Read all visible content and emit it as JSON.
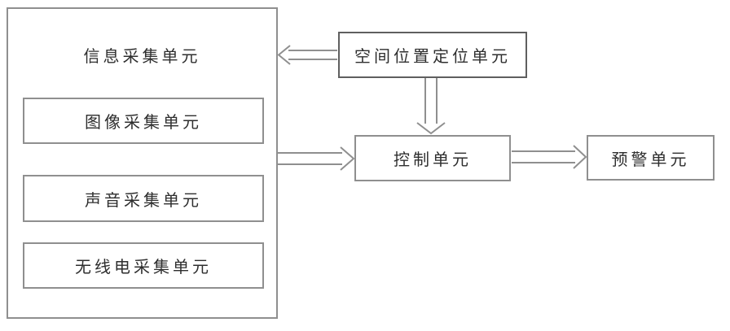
{
  "diagram": {
    "colors": {
      "line": "#8f8f8f",
      "line_dark": "#555555",
      "box_border": "#8f8f8f",
      "spatial_box_border": "#5f5f5f",
      "text": "#2e2e2e",
      "background": "#ffffff"
    },
    "nodes": {
      "info_collection": {
        "label": "信息采集单元"
      },
      "image_collection": {
        "label": "图像采集单元"
      },
      "sound_collection": {
        "label": "声音采集单元"
      },
      "radio_collection": {
        "label": "无线电采集单元"
      },
      "spatial_position": {
        "label": "空间位置定位单元"
      },
      "control": {
        "label": "控制单元"
      },
      "warning": {
        "label": "预警单元"
      }
    },
    "edges": [
      {
        "from": "spatial_position",
        "to": "info_collection",
        "direction": "left",
        "style": "hollow-open-arrow"
      },
      {
        "from": "spatial_position",
        "to": "control",
        "direction": "down",
        "style": "hollow-open-arrow"
      },
      {
        "from": "info_collection",
        "to": "control",
        "direction": "right",
        "style": "hollow-open-arrow"
      },
      {
        "from": "control",
        "to": "warning",
        "direction": "right",
        "style": "hollow-open-arrow"
      }
    ]
  }
}
